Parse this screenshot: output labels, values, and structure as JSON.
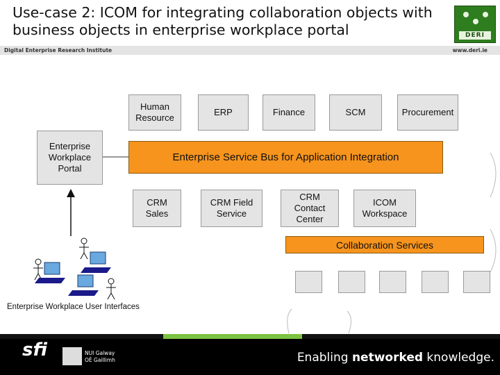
{
  "title": "Use-case 2: ICOM for integrating collaboration objects with business objects in enterprise workplace portal",
  "header": {
    "institute": "Digital Enterprise Research Institute",
    "url": "www.deri.ie",
    "logo_text": "DERI"
  },
  "diagram": {
    "top_apps": [
      "Human\nResource",
      "ERP",
      "Finance",
      "SCM",
      "Procurement"
    ],
    "portal": "Enterprise\nWorkplace\nPortal",
    "esb": "Enterprise Service Bus for Application Integration",
    "bottom_apps": [
      "CRM\nSales",
      "CRM Field\nService",
      "CRM\nContact\nCenter",
      "ICOM\nWorkspace"
    ],
    "collab": "Collaboration Services",
    "caption": "Enterprise Workplace User Interfaces"
  },
  "footer": {
    "tagline_prefix": "Enabling ",
    "tagline_bold": "networked",
    "tagline_suffix": " knowledge.",
    "sfi": "sfi",
    "nui_line1": "NUI Galway",
    "nui_line2": "OÉ Gaillimh"
  },
  "colors": {
    "accent": "#f7941d",
    "box": "#e4e4e4",
    "footer": "#000000",
    "logo": "#2e7d1e",
    "stripe_green": "#7cc242"
  }
}
